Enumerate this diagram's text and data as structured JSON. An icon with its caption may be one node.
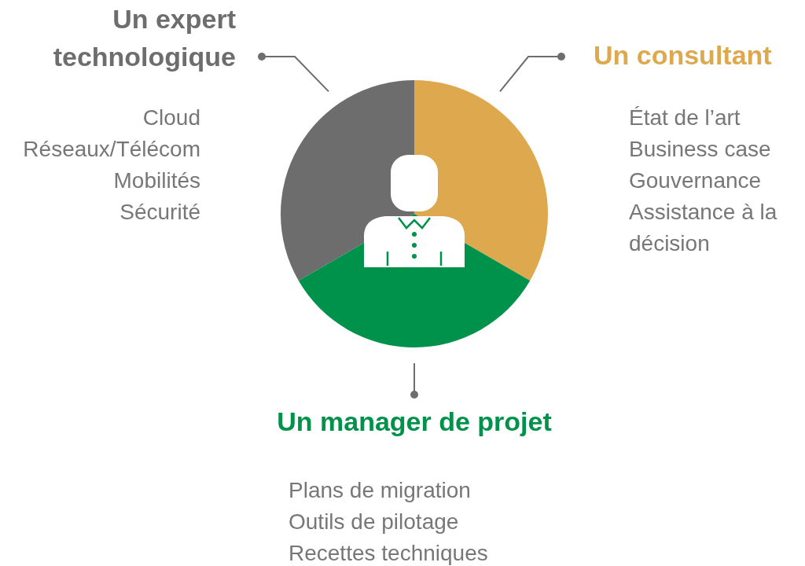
{
  "diagram": {
    "nodes": [
      {
        "text": [
          "Un expert technologique"
        ],
        "beside": [
          "Cloud",
          "Réseaux/Télécom",
          "Mobilités",
          "Sécurité"
        ]
      },
      {
        "text": [],
        "shape": "wedge"
      },
      {
        "text": [
          "Un consultant"
        ],
        "beside": [
          "État de l’art",
          "Business case",
          "Gouvernance",
          "Assistance à la décision"
        ]
      },
      {
        "text": [],
        "shape": "wedge"
      },
      {
        "text": [
          "Un manager de projet"
        ],
        "beside": [
          "Plans de migration",
          "Outils de pilotage",
          "Recettes techniques"
        ]
      },
      {
        "text": [],
        "shape": "wedge"
      }
    ],
    "edges": [
      {
        "from": 0,
        "to": 1,
        "arrow": "other"
      },
      {
        "from": 2,
        "to": 3,
        "arrow": "other"
      },
      {
        "from": 4,
        "to": 5,
        "arrow": "other"
      }
    ]
  }
}
